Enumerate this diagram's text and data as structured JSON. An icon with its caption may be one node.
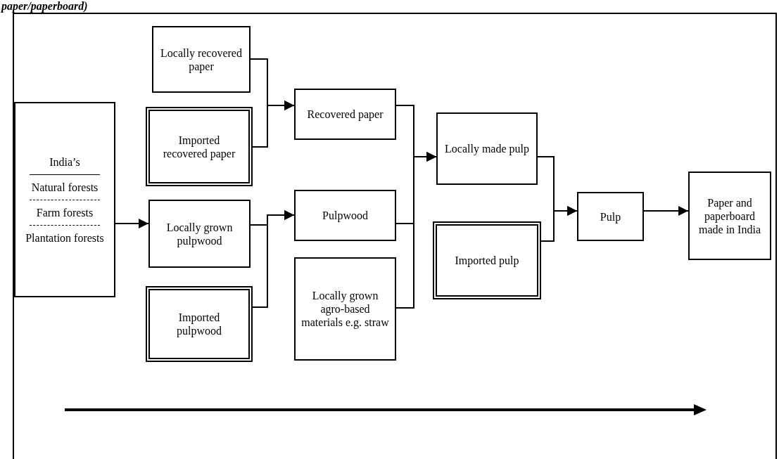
{
  "diagram": {
    "title": "paper/paperboard)",
    "nodes": [
      {
        "text": [
          "India’s",
          "Natural forests",
          "Farm forests",
          "Plantation forests"
        ]
      },
      {
        "text": [
          "Locally recovered paper"
        ]
      },
      {
        "text": [
          "Imported recovered paper"
        ]
      },
      {
        "text": [
          "Recovered paper"
        ]
      },
      {
        "text": [
          "Locally grown pulpwood"
        ]
      },
      {
        "text": [
          "Pulpwood"
        ]
      },
      {
        "text": [
          "Imported pulpwood"
        ]
      },
      {
        "text": [
          "Locally grown agro-based materials e.g. straw"
        ]
      },
      {
        "text": [
          "Locally made pulp"
        ]
      },
      {
        "text": [
          "Imported pulp"
        ]
      },
      {
        "text": [
          "Pulp"
        ]
      },
      {
        "text": [
          "Paper and paperboard made in India"
        ]
      }
    ],
    "edges": [
      {
        "from": 0,
        "to": 4,
        "arrow": "to"
      },
      {
        "from": 1,
        "to": 3,
        "arrow": "to"
      },
      {
        "from": 2,
        "to": 3,
        "arrow": "to"
      },
      {
        "from": 4,
        "to": 5,
        "arrow": "to"
      },
      {
        "from": 6,
        "to": 5,
        "arrow": "to"
      },
      {
        "from": 3,
        "to": 8,
        "arrow": "to"
      },
      {
        "from": 5,
        "to": 8,
        "arrow": "to"
      },
      {
        "from": 7,
        "to": 8,
        "arrow": "to"
      },
      {
        "from": 8,
        "to": 10,
        "arrow": "to"
      },
      {
        "from": 9,
        "to": 10,
        "arrow": "to"
      },
      {
        "from": 10,
        "to": 11,
        "arrow": "to"
      }
    ]
  }
}
